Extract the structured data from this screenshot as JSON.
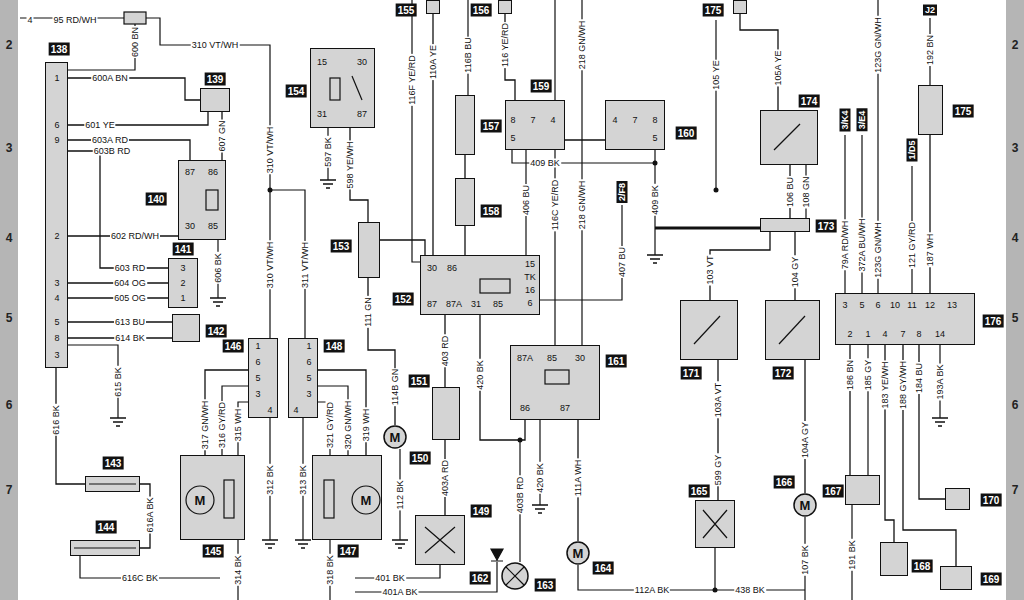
{
  "diagram": {
    "nodes": [
      {
        "text": [
          "138"
        ]
      },
      {
        "text": [
          "139"
        ]
      },
      {
        "text": [
          "140"
        ]
      },
      {
        "text": [
          "141"
        ]
      },
      {
        "text": [
          "142"
        ]
      },
      {
        "text": [
          "143"
        ]
      },
      {
        "text": [
          "144"
        ]
      },
      {
        "text": [
          "145"
        ]
      },
      {
        "text": [
          "146"
        ]
      },
      {
        "text": [
          "147"
        ]
      },
      {
        "text": [
          "148"
        ]
      },
      {
        "text": [
          "149"
        ]
      },
      {
        "text": [
          "150"
        ]
      },
      {
        "text": [
          "151"
        ]
      },
      {
        "text": [
          "152"
        ]
      },
      {
        "text": [
          "153"
        ]
      },
      {
        "text": [
          "154"
        ]
      },
      {
        "text": [
          "155"
        ]
      },
      {
        "text": [
          "156"
        ]
      },
      {
        "text": [
          "157"
        ]
      },
      {
        "text": [
          "158"
        ]
      },
      {
        "text": [
          "159"
        ]
      },
      {
        "text": [
          "160"
        ]
      },
      {
        "text": [
          "161"
        ]
      },
      {
        "text": [
          "162"
        ]
      },
      {
        "text": [
          "163"
        ]
      },
      {
        "text": [
          "164"
        ]
      },
      {
        "text": [
          "165"
        ]
      },
      {
        "text": [
          "166"
        ]
      },
      {
        "text": [
          "167"
        ]
      },
      {
        "text": [
          "168"
        ]
      },
      {
        "text": [
          "169"
        ]
      },
      {
        "text": [
          "170"
        ]
      },
      {
        "text": [
          "171"
        ]
      },
      {
        "text": [
          "172"
        ]
      },
      {
        "text": [
          "173"
        ]
      },
      {
        "text": [
          "174"
        ]
      },
      {
        "text": [
          "175"
        ]
      },
      {
        "text": [
          "176"
        ]
      },
      {
        "text": [
          "175"
        ]
      }
    ],
    "edges": [
      {
        "from": 0,
        "to": 1,
        "arrow": "none",
        "label": "600A BN"
      },
      {
        "from": 0,
        "to": 1,
        "arrow": "none",
        "label": "601 YE"
      },
      {
        "from": 1,
        "to": 2,
        "arrow": "none",
        "label": "607 GN"
      },
      {
        "from": 0,
        "to": 2,
        "arrow": "none",
        "label": "603A RD"
      },
      {
        "from": 0,
        "to": 2,
        "arrow": "none",
        "label": "602 RD/WH"
      },
      {
        "from": 0,
        "to": 3,
        "arrow": "none",
        "label": "603 RD"
      },
      {
        "from": 0,
        "to": 3,
        "arrow": "none",
        "label": "604 OG"
      },
      {
        "from": 0,
        "to": 3,
        "arrow": "none",
        "label": "605 OG"
      },
      {
        "from": 0,
        "to": 4,
        "arrow": "none",
        "label": "613 BU"
      },
      {
        "from": 0,
        "to": 4,
        "arrow": "none",
        "label": "614 BK"
      },
      {
        "from": 0,
        "to": 5,
        "arrow": "none",
        "label": "616 BK"
      },
      {
        "from": 5,
        "to": 6,
        "arrow": "none",
        "label": "616A BK"
      },
      {
        "from": 8,
        "to": 7,
        "arrow": "none",
        "label": "317 GN/WH"
      },
      {
        "from": 10,
        "to": 9,
        "arrow": "none",
        "label": "319 WH"
      },
      {
        "from": 16,
        "to": 15,
        "arrow": "none",
        "label": "598 YE/WH"
      },
      {
        "from": 15,
        "to": 14,
        "arrow": "none"
      },
      {
        "from": 14,
        "to": 13,
        "arrow": "none",
        "label": "403 RD"
      },
      {
        "from": 13,
        "to": 11,
        "arrow": "none",
        "label": "403A RD"
      },
      {
        "from": 14,
        "to": 23,
        "arrow": "none",
        "label": "420 BK"
      },
      {
        "from": 19,
        "to": 20,
        "arrow": "none"
      },
      {
        "from": 20,
        "to": 14,
        "arrow": "none"
      },
      {
        "from": 21,
        "to": 22,
        "arrow": "none"
      },
      {
        "from": 23,
        "to": 26,
        "arrow": "none",
        "label": "111A WH"
      },
      {
        "from": 33,
        "to": 27,
        "arrow": "none",
        "label": "103A VT"
      },
      {
        "from": 34,
        "to": 28,
        "arrow": "none",
        "label": "104A GY"
      },
      {
        "from": 35,
        "to": 33,
        "arrow": "none",
        "label": "103 VT"
      },
      {
        "from": 35,
        "to": 34,
        "arrow": "none",
        "label": "104 GY"
      },
      {
        "from": 36,
        "to": 35,
        "arrow": "none",
        "label": "106 BU"
      },
      {
        "from": 38,
        "to": 29,
        "arrow": "none",
        "label": "186 BN"
      },
      {
        "from": 38,
        "to": 30,
        "arrow": "none",
        "label": "183 YE/WH"
      },
      {
        "from": 38,
        "to": 32,
        "arrow": "none",
        "label": "184 BU"
      },
      {
        "from": 38,
        "to": 31,
        "arrow": "none",
        "label": "188 GY/WH"
      },
      {
        "from": 37,
        "to": 38,
        "arrow": "none",
        "label": "187 WH"
      },
      {
        "from": 15,
        "to": 12,
        "arrow": "none",
        "label": "111 GN"
      },
      {
        "from": 17,
        "to": 14,
        "arrow": "none",
        "label": "110A YE"
      },
      {
        "from": 18,
        "to": 21,
        "arrow": "none",
        "label": "116 YE/RD"
      },
      {
        "from": 39,
        "to": 36,
        "arrow": "none",
        "label": "105A YE"
      }
    ],
    "labels": [
      "4",
      "95 RD/WH",
      "600 BN",
      "310 VT/WH",
      "310 VT/WH",
      "310 VT/WH",
      "311 VT/WH",
      "597 BK",
      "116F YE/RD",
      "116B BU",
      "218 GN/WH",
      "406 BU",
      "116C YE/RD",
      "218 GN/WH",
      "407 BU",
      "2/F8",
      "409 BK",
      "409 BK",
      "105 YE",
      "123G GN/WH",
      "192 BN",
      "J2",
      "3/K4",
      "3/E4",
      "1/D5",
      "79A RD/WH",
      "372A BU/WH",
      "123G GN/WH",
      "121 GY/RD",
      "108 GN",
      "599 GY",
      "185 GY",
      "193A BK",
      "191 BK",
      "107 BK",
      "3",
      "5",
      "6",
      "10",
      "11",
      "12",
      "13",
      "2",
      "1",
      "4",
      "7",
      "8",
      "14",
      "112A BK",
      "438 BK",
      "420 BK",
      "403B RD",
      "114B GN",
      "112 BK",
      "401 BK",
      "401A BK",
      "316 GY/RD",
      "315 WH",
      "312 BK",
      "314 BK",
      "313 BK",
      "321 GY/RD",
      "320 GN/WH",
      "318 BK",
      "1",
      "6",
      "9",
      "603B RD",
      "2",
      "3",
      "4",
      "5",
      "8",
      "3",
      "615 BK",
      "616C BK",
      "3",
      "2",
      "1",
      "87",
      "86",
      "30",
      "85",
      "606 BK",
      "15",
      "30",
      "31",
      "87",
      "1",
      "6",
      "5",
      "3",
      "4",
      "1",
      "6",
      "5",
      "3",
      "4",
      "30",
      "86",
      "15",
      "TK",
      "16",
      "6",
      "87",
      "87A",
      "31",
      "85",
      "8",
      "7",
      "4",
      "5",
      "4",
      "7",
      "8",
      "5",
      "87A",
      "85",
      "30",
      "86",
      "87",
      "M",
      "M",
      "M",
      "M",
      "M",
      "2",
      "3",
      "4",
      "5",
      "6",
      "7",
      "2",
      "3",
      "4",
      "5",
      "6",
      "7"
    ]
  }
}
